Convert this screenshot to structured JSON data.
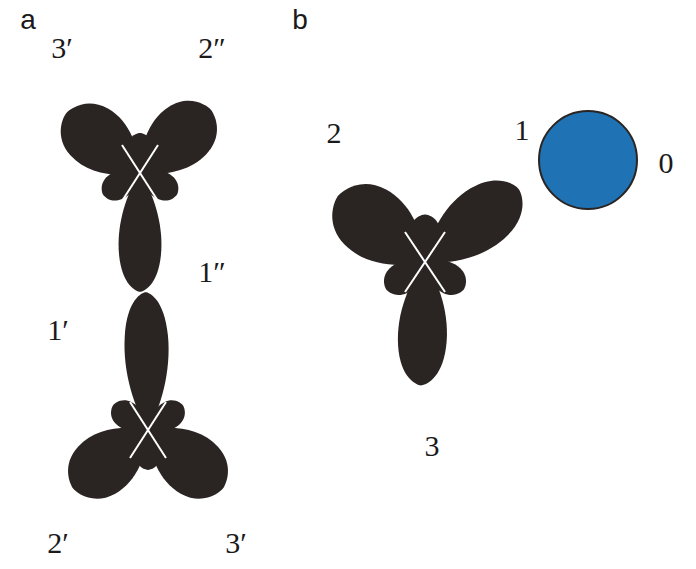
{
  "diagram": {
    "labels": [
      "a",
      "b",
      "3′",
      "2″",
      "1″",
      "1′",
      "2′",
      "3′",
      "2",
      "1",
      "0",
      "3"
    ]
  }
}
